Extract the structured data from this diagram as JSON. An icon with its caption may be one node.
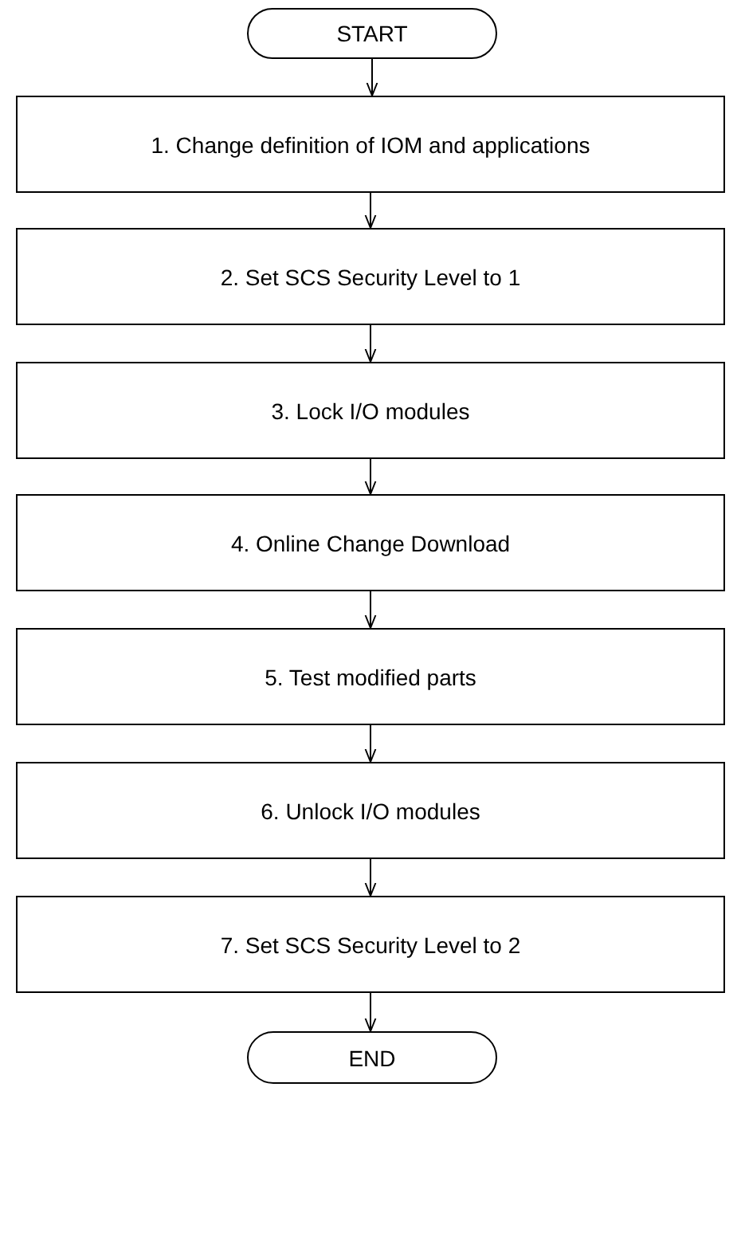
{
  "diagram": {
    "nodes": [
      {
        "text": [
          "START"
        ]
      },
      {
        "text": [
          "1. Change definition of IOM and applications"
        ]
      },
      {
        "text": [
          "2. Set SCS Security Level to 1"
        ]
      },
      {
        "text": [
          "3. Lock I/O modules"
        ]
      },
      {
        "text": [
          "4. Online Change Download"
        ]
      },
      {
        "text": [
          "5. Test modified parts"
        ]
      },
      {
        "text": [
          "6. Unlock I/O modules"
        ]
      },
      {
        "text": [
          "7. Set SCS Security Level to 2"
        ]
      },
      {
        "text": [
          "END"
        ]
      }
    ],
    "edges": [
      {
        "from": 0,
        "to": 1,
        "arrow": "to"
      },
      {
        "from": 1,
        "to": 2,
        "arrow": "to"
      },
      {
        "from": 2,
        "to": 3,
        "arrow": "to"
      },
      {
        "from": 3,
        "to": 4,
        "arrow": "to"
      },
      {
        "from": 4,
        "to": 5,
        "arrow": "to"
      },
      {
        "from": 5,
        "to": 6,
        "arrow": "to"
      },
      {
        "from": 6,
        "to": 7,
        "arrow": "to"
      },
      {
        "from": 7,
        "to": 8,
        "arrow": "to"
      }
    ]
  }
}
